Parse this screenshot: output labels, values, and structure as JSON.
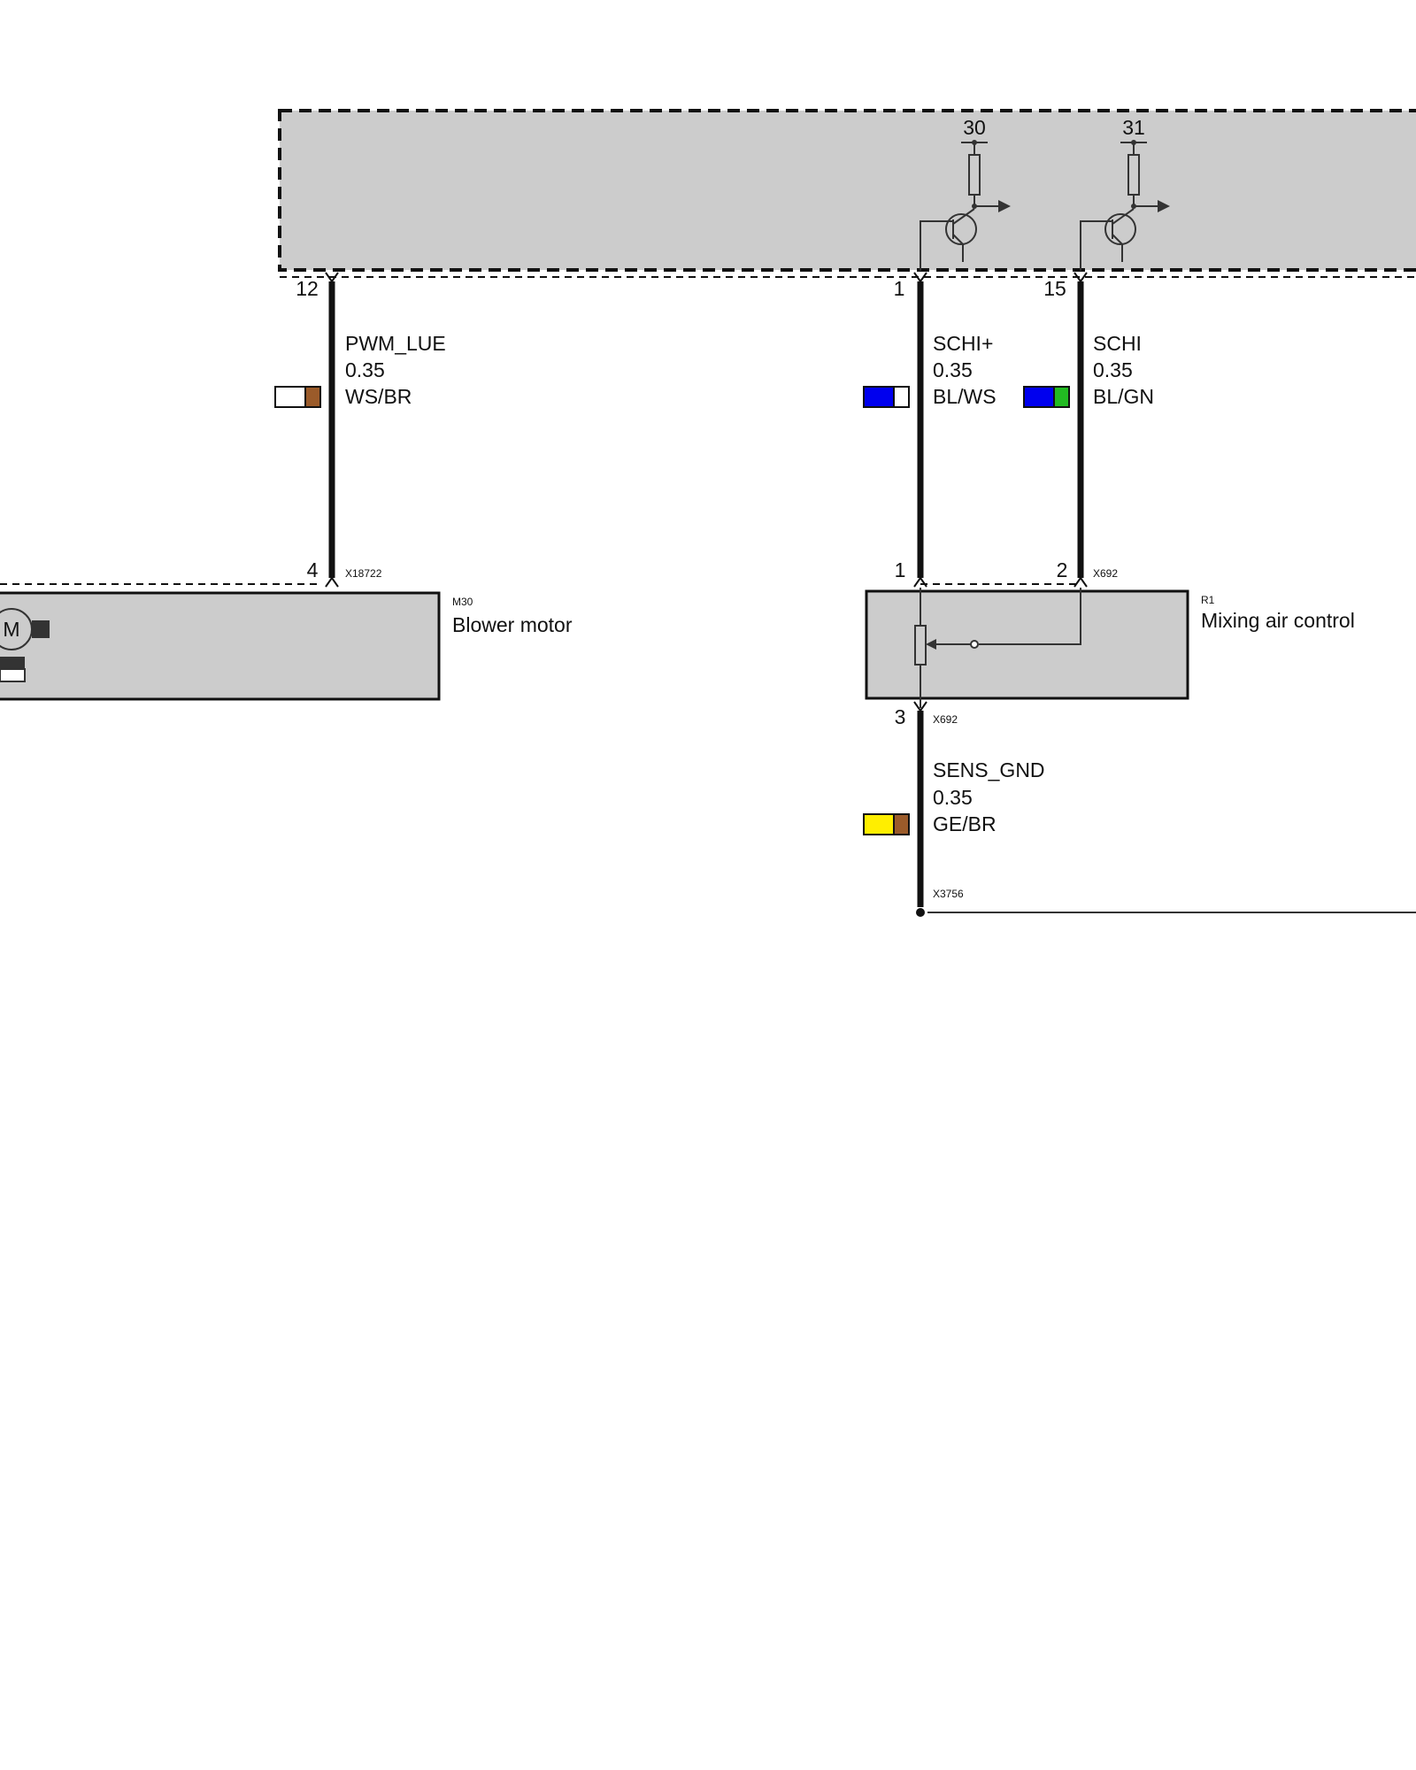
{
  "control_unit": {
    "terminals": [
      "30",
      "31"
    ]
  },
  "wires": [
    {
      "id": "pwm",
      "pin_top": "12",
      "name": "PWM_LUE",
      "size": "0.35",
      "color_code": "WS/BR",
      "colors": [
        "#ffffff",
        "#9b5b2a"
      ],
      "pin_bottom": "4",
      "connector_bottom": "X18722"
    },
    {
      "id": "schi_plus",
      "pin_top": "1",
      "name": "SCHI+",
      "size": "0.35",
      "color_code": "BL/WS",
      "colors": [
        "#0000ee",
        "#ffffff"
      ],
      "pin_bottom": "1",
      "connector_bottom": ""
    },
    {
      "id": "schi",
      "pin_top": "15",
      "name": "SCHI",
      "size": "0.35",
      "color_code": "BL/GN",
      "colors": [
        "#0000ee",
        "#22bb22"
      ],
      "pin_bottom": "2",
      "connector_bottom": "X692"
    },
    {
      "id": "sens_gnd",
      "pin_top": "3",
      "name": "SENS_GND",
      "size": "0.35",
      "color_code": "GE/BR",
      "colors": [
        "#ffee00",
        "#9b5b2a"
      ],
      "connector_top": "X692",
      "connector_bottom": "X3756"
    }
  ],
  "components": {
    "blower": {
      "ref": "M30",
      "name": "Blower motor",
      "symbol": "M"
    },
    "mixing": {
      "ref": "R1",
      "name": "Mixing air control"
    }
  }
}
